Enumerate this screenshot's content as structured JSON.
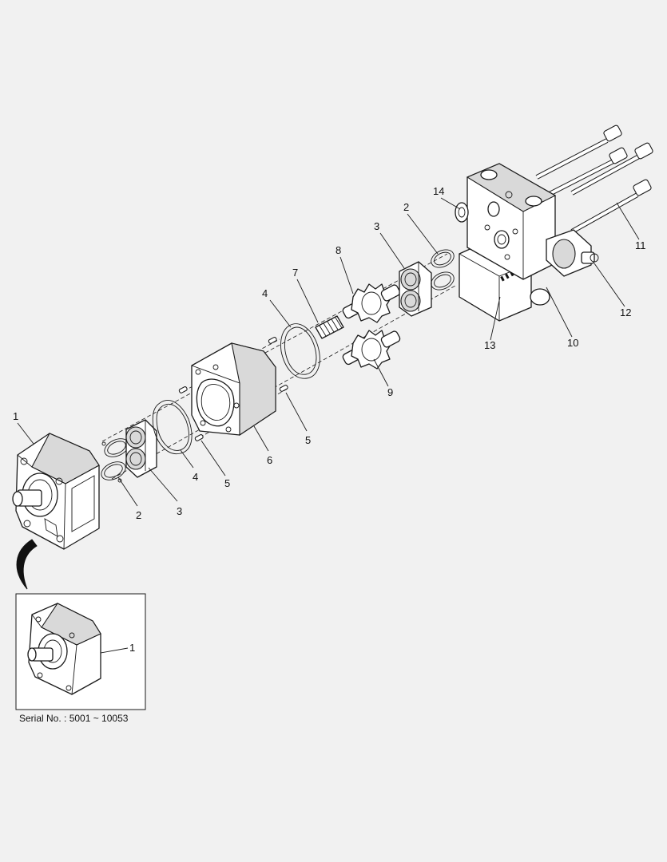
{
  "diagram": {
    "callouts": [
      "1",
      "2",
      "3",
      "4",
      "5",
      "5",
      "6",
      "4",
      "7",
      "8",
      "3",
      "2",
      "14",
      "9",
      "13",
      "10",
      "12",
      "11"
    ],
    "inset": {
      "callout": "1",
      "serial": "Serial No. : 5001 ~ 10053"
    }
  }
}
